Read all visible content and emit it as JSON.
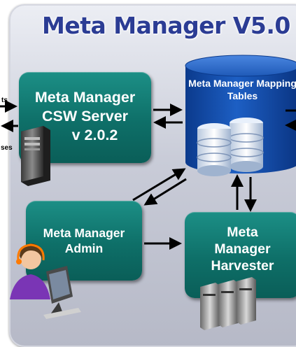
{
  "panel": {
    "title": "Meta Manager V5.0"
  },
  "csw_server": {
    "line1": "Meta Manager",
    "line2": "CSW Server",
    "line3": "v 2.0.2"
  },
  "mapping_tables": {
    "line1": "Meta Manager",
    "line2": "Mapping Tables"
  },
  "admin": {
    "line1": "Meta Manager",
    "line2": "Admin"
  },
  "harvester": {
    "line1": "Meta",
    "line2": "Manager",
    "line3": "Harvester"
  },
  "external": {
    "requests_label": "ts",
    "responses_label": "ses"
  },
  "icons": [
    "server-tower-icon",
    "database-stack-icon",
    "operator-at-computer-icon",
    "server-rack-icon"
  ],
  "colors": {
    "title": "#2b3c94",
    "box": "#0e6f68",
    "database": "#1448a8",
    "panel": "#c9ccd8"
  }
}
